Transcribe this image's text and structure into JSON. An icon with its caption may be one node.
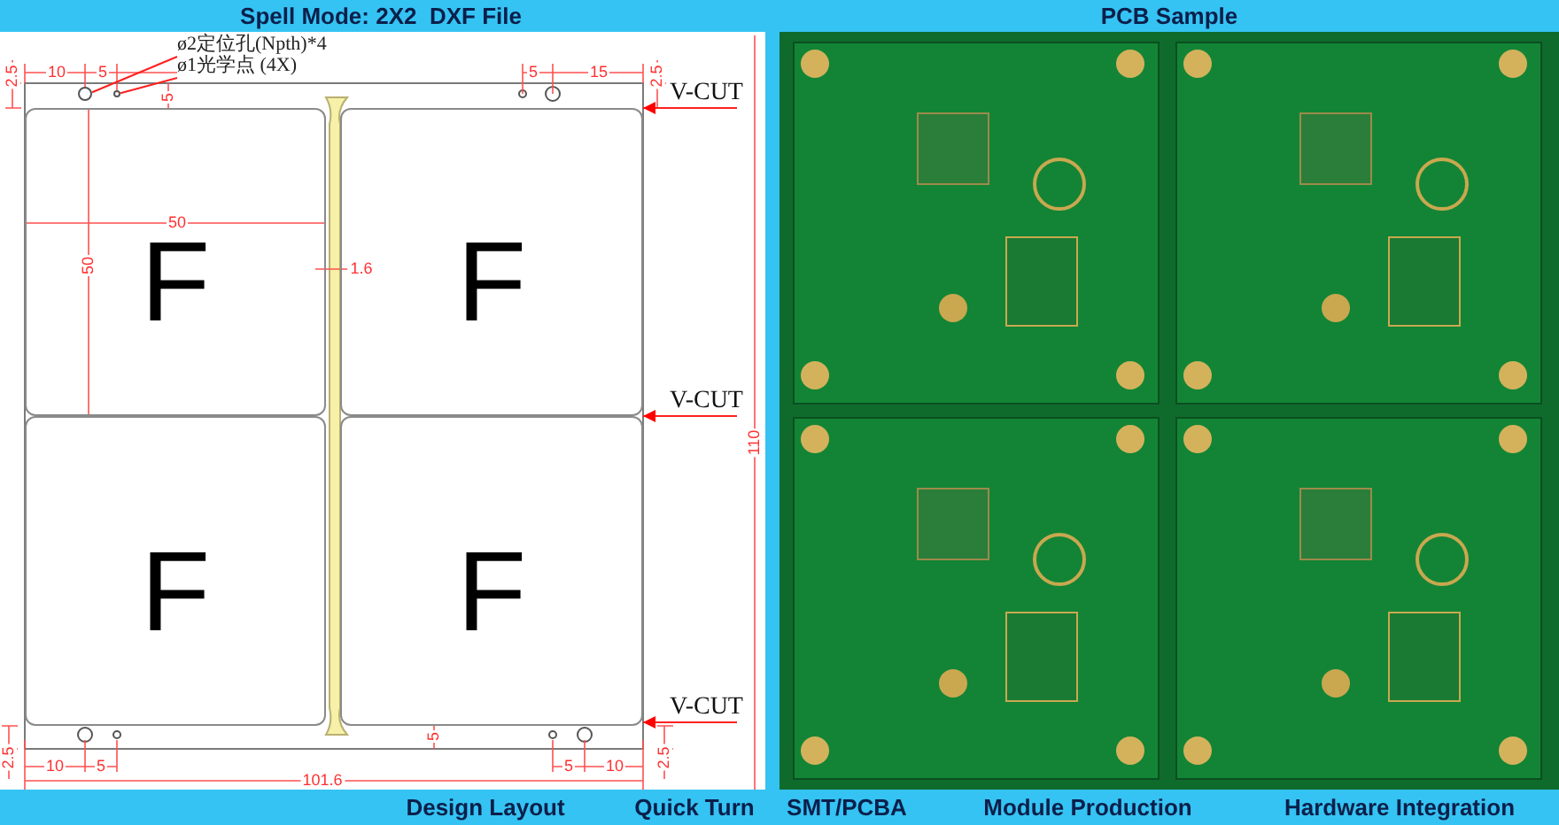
{
  "diagram": {
    "nodes": [
      {
        "text": [
          "ø2定位孔(Npth)*4"
        ]
      },
      {
        "text": [
          "ø1光学点 (4X)"
        ]
      },
      {
        "text": [],
        "shape": "circle"
      },
      {
        "text": [],
        "shape": "circle"
      },
      {
        "text": [
          "V-CUT"
        ]
      },
      {
        "text": [
          "V-CUT"
        ]
      },
      {
        "text": [
          "V-CUT"
        ]
      },
      {
        "text": [
          "F"
        ]
      },
      {
        "text": [
          "F"
        ]
      },
      {
        "text": [
          "F"
        ]
      },
      {
        "text": [
          "F"
        ]
      }
    ],
    "edges": [
      {
        "from": 0,
        "to": 2,
        "arrow": "none"
      },
      {
        "from": 1,
        "to": 3,
        "arrow": "none"
      },
      {
        "from": 4,
        "to": 8,
        "arrow": "to"
      },
      {
        "from": 5,
        "to": 10,
        "arrow": "to"
      },
      {
        "from": 6,
        "to": 10,
        "arrow": "to"
      }
    ],
    "labels": [
      "Spell Mode: 2X2  DXF File",
      "PCB Sample",
      "2.5",
      "10",
      "5",
      "5",
      "15",
      "2.5",
      "5",
      "50",
      "50",
      "1.6",
      "110",
      "2.5",
      "10",
      "5",
      "5",
      "5",
      "10",
      "2.5",
      "101.6",
      "Design Layout",
      "Quick Turn",
      "SMT/PCBA",
      "Module Production",
      "Hardware Integration"
    ]
  }
}
